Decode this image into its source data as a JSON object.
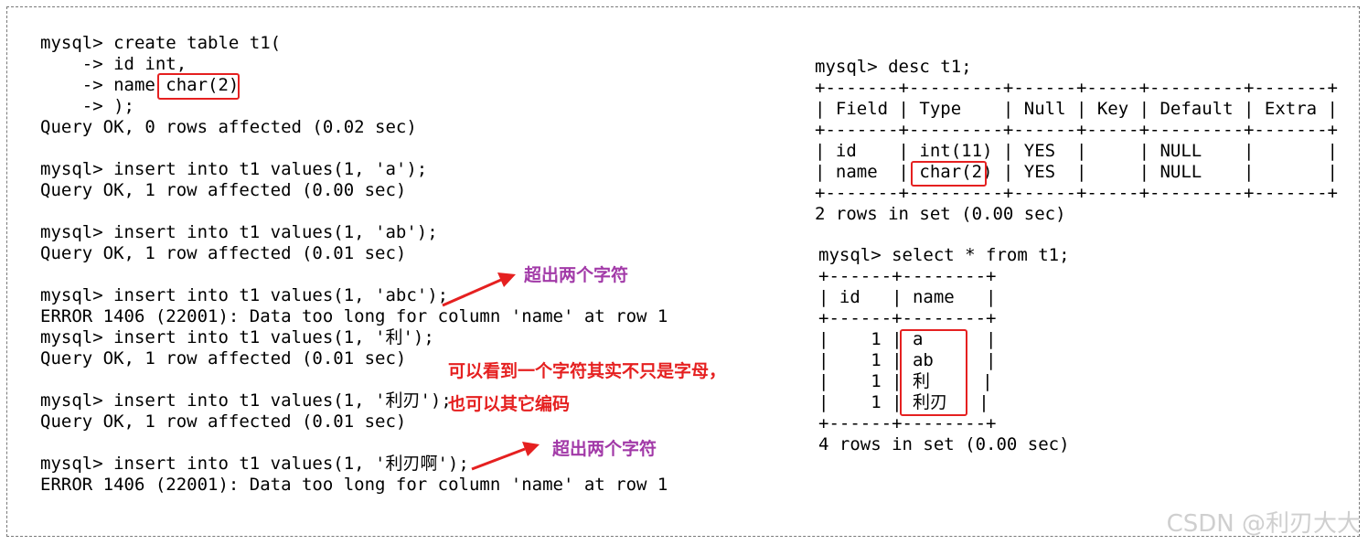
{
  "left_terminal": {
    "lines": [
      "mysql> create table t1(",
      "    -> id int,",
      "    -> name char(2)",
      "    -> );",
      "Query OK, 0 rows affected (0.02 sec)",
      "",
      "mysql> insert into t1 values(1, 'a');",
      "Query OK, 1 row affected (0.00 sec)",
      "",
      "mysql> insert into t1 values(1, 'ab');",
      "Query OK, 1 row affected (0.01 sec)",
      "",
      "mysql> insert into t1 values(1, 'abc');",
      "ERROR 1406 (22001): Data too long for column 'name' at row 1",
      "mysql> insert into t1 values(1, '利');",
      "Query OK, 1 row affected (0.01 sec)",
      "",
      "mysql> insert into t1 values(1, '利刃');",
      "Query OK, 1 row affected (0.01 sec)",
      "",
      "mysql> insert into t1 values(1, '利刃啊');",
      "ERROR 1406 (22001): Data too long for column 'name' at row 1"
    ]
  },
  "desc_output": {
    "lines": [
      "mysql> desc t1;",
      "+-------+---------+------+-----+---------+-------+",
      "| Field | Type    | Null | Key | Default | Extra |",
      "+-------+---------+------+-----+---------+-------+",
      "| id    | int(11) | YES  |     | NULL    |       |",
      "| name  | char(2) | YES  |     | NULL    |       |",
      "+-------+---------+------+-----+---------+-------+",
      "2 rows in set (0.00 sec)"
    ]
  },
  "select_output": {
    "lines": [
      "mysql> select * from t1;",
      "+------+--------+",
      "| id   | name   |",
      "+------+--------+",
      "|    1 | a      |",
      "|    1 | ab     |",
      "|    1 | 利     |",
      "|    1 | 利刃   |",
      "+------+--------+",
      "4 rows in set (0.00 sec)"
    ]
  },
  "annotations": {
    "exceed_1": "超出两个字符",
    "note_line1": "可以看到一个字符其实不只是字母，",
    "note_line2": "也可以其它编码",
    "exceed_2": "超出两个字符"
  },
  "watermark": "CSDN @利刃大大",
  "colors": {
    "highlight_box": "#e52020",
    "annotation_purple": "#a23aa8",
    "annotation_red": "#e52020"
  }
}
